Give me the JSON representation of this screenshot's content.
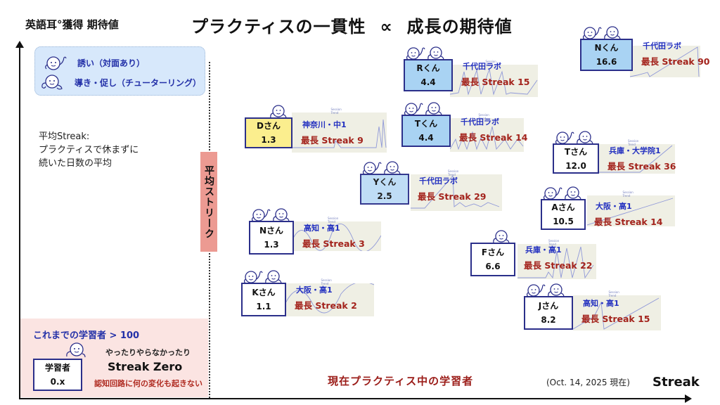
{
  "header": {
    "y_axis_title": "英語耳°獲得 期待値",
    "title_left": "プラクティスの一貫性",
    "title_symbol": "∝",
    "title_right": "成長の期待値"
  },
  "legend": {
    "items": [
      {
        "icon": "pointing-mascot-icon",
        "label": "誘い（対面あり）"
      },
      {
        "icon": "leaning-mascot-icon",
        "label": "導き・促し（チューターリング）"
      }
    ]
  },
  "description": {
    "line1": "平均Streak:",
    "line2": "プラクティスで休まずに",
    "line3": "続いた日数の平均"
  },
  "avg_streak_label": "平均ストリーク",
  "zero_group": {
    "title": "これまでの学習者 > 100",
    "box_label": "学習者",
    "box_value": "0.x",
    "subtitle": "やったりやらなかったり",
    "streak": "Streak Zero",
    "note": "認知回路に何の変化も起きない"
  },
  "footer": {
    "current_label": "現在プラクティス中の学習者",
    "date": "(Oct. 14, 2025 現在)",
    "x_axis_label": "Streak"
  },
  "chart_title": "Session Trend",
  "colors": {
    "title_blue": "#2330c0",
    "streak_red": "#a3231c",
    "box_blue": "#a9d3f3",
    "box_yellow": "#fbee8e",
    "avg_bar": "#ec9a92",
    "zero_panel": "#fbe4e2",
    "legend_bg": "#d7e8fb"
  },
  "learners": [
    {
      "name": "Nくん",
      "avg": "16.6",
      "place": "千代田ラボ",
      "best": "最長 Streak 90",
      "box": "blue",
      "mascots": 2
    },
    {
      "name": "Rくん",
      "avg": "4.4",
      "place": "千代田ラボ",
      "best": "最長 Streak 15",
      "box": "blue",
      "mascots": 2
    },
    {
      "name": "Dさん",
      "avg": "1.3",
      "place": "神奈川・中1",
      "best": "最長 Streak 9",
      "box": "yellow",
      "mascots": 1
    },
    {
      "name": "Tくん",
      "avg": "4.4",
      "place": "千代田ラボ",
      "best": "最長 Streak 14",
      "box": "blue",
      "mascots": 2
    },
    {
      "name": "Tさん",
      "avg": "12.0",
      "place": "兵庫・大学院1",
      "best": "最長 Streak 36",
      "box": "white",
      "mascots": 2
    },
    {
      "name": "Yくん",
      "avg": "2.5",
      "place": "千代田ラボ",
      "best": "最長 Streak 29",
      "box": "lightblue",
      "mascots": 2
    },
    {
      "name": "Aさん",
      "avg": "10.5",
      "place": "大阪・高1",
      "best": "最長 Streak 14",
      "box": "white",
      "mascots": 2
    },
    {
      "name": "Nさん",
      "avg": "1.3",
      "place": "高知・高1",
      "best": "最長 Streak 3",
      "box": "white",
      "mascots": 2
    },
    {
      "name": "Fさん",
      "avg": "6.6",
      "place": "兵庫・高1",
      "best": "最長 Streak 22",
      "box": "white",
      "mascots": 1
    },
    {
      "name": "Kさん",
      "avg": "1.1",
      "place": "大阪・高1",
      "best": "最長 Streak 2",
      "box": "white",
      "mascots": 2
    },
    {
      "name": "Jさん",
      "avg": "8.2",
      "place": "高知・高1",
      "best": "最長 Streak 15",
      "box": "white",
      "mascots": 2
    }
  ]
}
